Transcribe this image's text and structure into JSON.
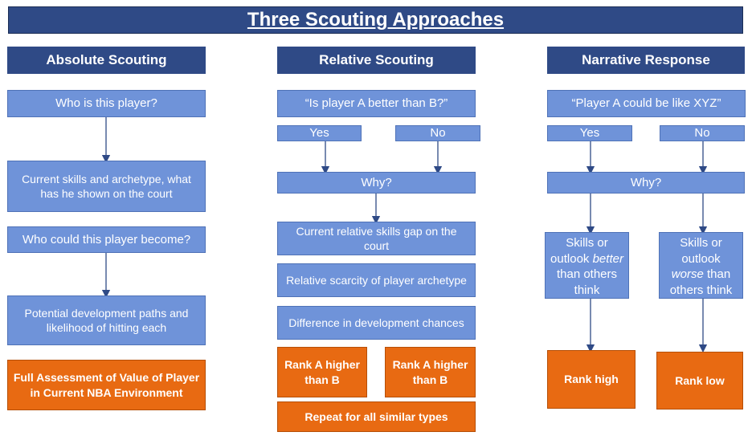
{
  "title": "Three Scouting Approaches",
  "columns": {
    "absolute": {
      "header": "Absolute Scouting",
      "q1": "Who is this player?",
      "s1": "Current skills and archetype, what has he shown on the court",
      "q2": "Who could this player become?",
      "s2": "Potential development paths and likelihood of hitting each",
      "result": "Full Assessment of Value of Player in Current NBA Environment"
    },
    "relative": {
      "header": "Relative Scouting",
      "question": "“Is player A better than B?”",
      "yes": "Yes",
      "no": "No",
      "why": "Why?",
      "reason1": "Current relative skills gap on the court",
      "reason2": "Relative scarcity of player archetype",
      "reason3": "Difference in development chances",
      "rank_left": "Rank A higher than B",
      "rank_right": "Rank A higher than B",
      "repeat": "Repeat for all similar types"
    },
    "narrative": {
      "header": "Narrative Response",
      "question": "“Player A could be like XYZ”",
      "yes": "Yes",
      "no": "No",
      "why": "Why?",
      "better_pre": "Skills or outlook",
      "better_em": "better",
      "better_post": "than others think",
      "worse_pre": "Skills or outlook",
      "worse_em": "worse",
      "worse_post": "than others think",
      "rank_high": "Rank high",
      "rank_low": "Rank low"
    }
  },
  "colors": {
    "header_navy": "#2F4A86",
    "box_blue": "#6F93D9",
    "box_orange": "#E86A12",
    "arrow": "#2F4A86"
  }
}
